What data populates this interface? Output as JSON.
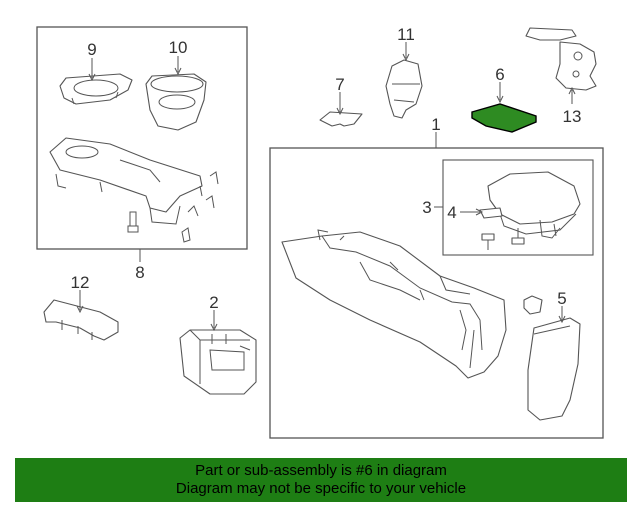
{
  "callouts": {
    "n1": "1",
    "n2": "2",
    "n3": "3",
    "n4": "4",
    "n5": "5",
    "n6": "6",
    "n7": "7",
    "n8": "8",
    "n9": "9",
    "n10": "10",
    "n11": "11",
    "n12": "12",
    "n13": "13"
  },
  "highlight": {
    "part": "6",
    "color": "#2e8b22"
  },
  "banner": {
    "line1": "Part or sub-assembly is #6 in diagram",
    "line2": "Diagram may not be specific to your vehicle",
    "color": "#1e7e14"
  }
}
